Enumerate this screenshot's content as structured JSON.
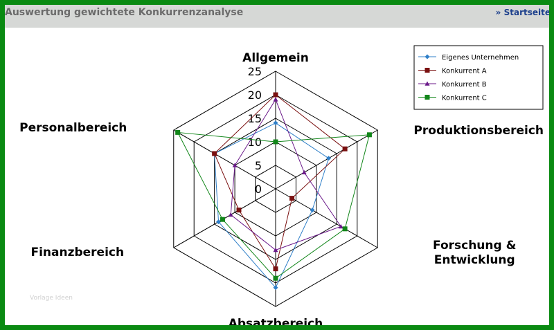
{
  "header": {
    "title": "Auswertung gewichtete Konkurrenzanalyse",
    "link_label": "» Startseite"
  },
  "watermark": "Vorlage Ideen",
  "colors": {
    "frame": "#0a8a12",
    "header_bg": "#d6d8d6"
  },
  "chart_data": {
    "type": "radar",
    "axes": [
      "Allgemein",
      "Produktionsbereich",
      "Forschung & Entwicklung",
      "Absatzbereich",
      "Finanzbereich",
      "Personalbereich"
    ],
    "ticks": [
      "0",
      "5",
      "10",
      "15",
      "20",
      "25"
    ],
    "range": [
      0,
      25
    ],
    "grid": true,
    "legend_position": "top-right",
    "series": [
      {
        "name": "Eigenes Unternehmen",
        "color": "#2f7fc8",
        "marker": "diamond",
        "values": [
          14,
          13,
          9,
          21,
          14,
          15
        ]
      },
      {
        "name": "Konkurrent A",
        "color": "#7a1010",
        "marker": "square",
        "values": [
          20,
          17,
          4,
          17,
          9,
          15
        ]
      },
      {
        "name": "Konkurrent B",
        "color": "#6b1a8a",
        "marker": "triangle",
        "values": [
          19,
          7,
          16,
          13,
          11,
          10
        ]
      },
      {
        "name": "Konkurrent C",
        "color": "#12861a",
        "marker": "square",
        "values": [
          10,
          23,
          17,
          19,
          13,
          24
        ]
      }
    ]
  }
}
